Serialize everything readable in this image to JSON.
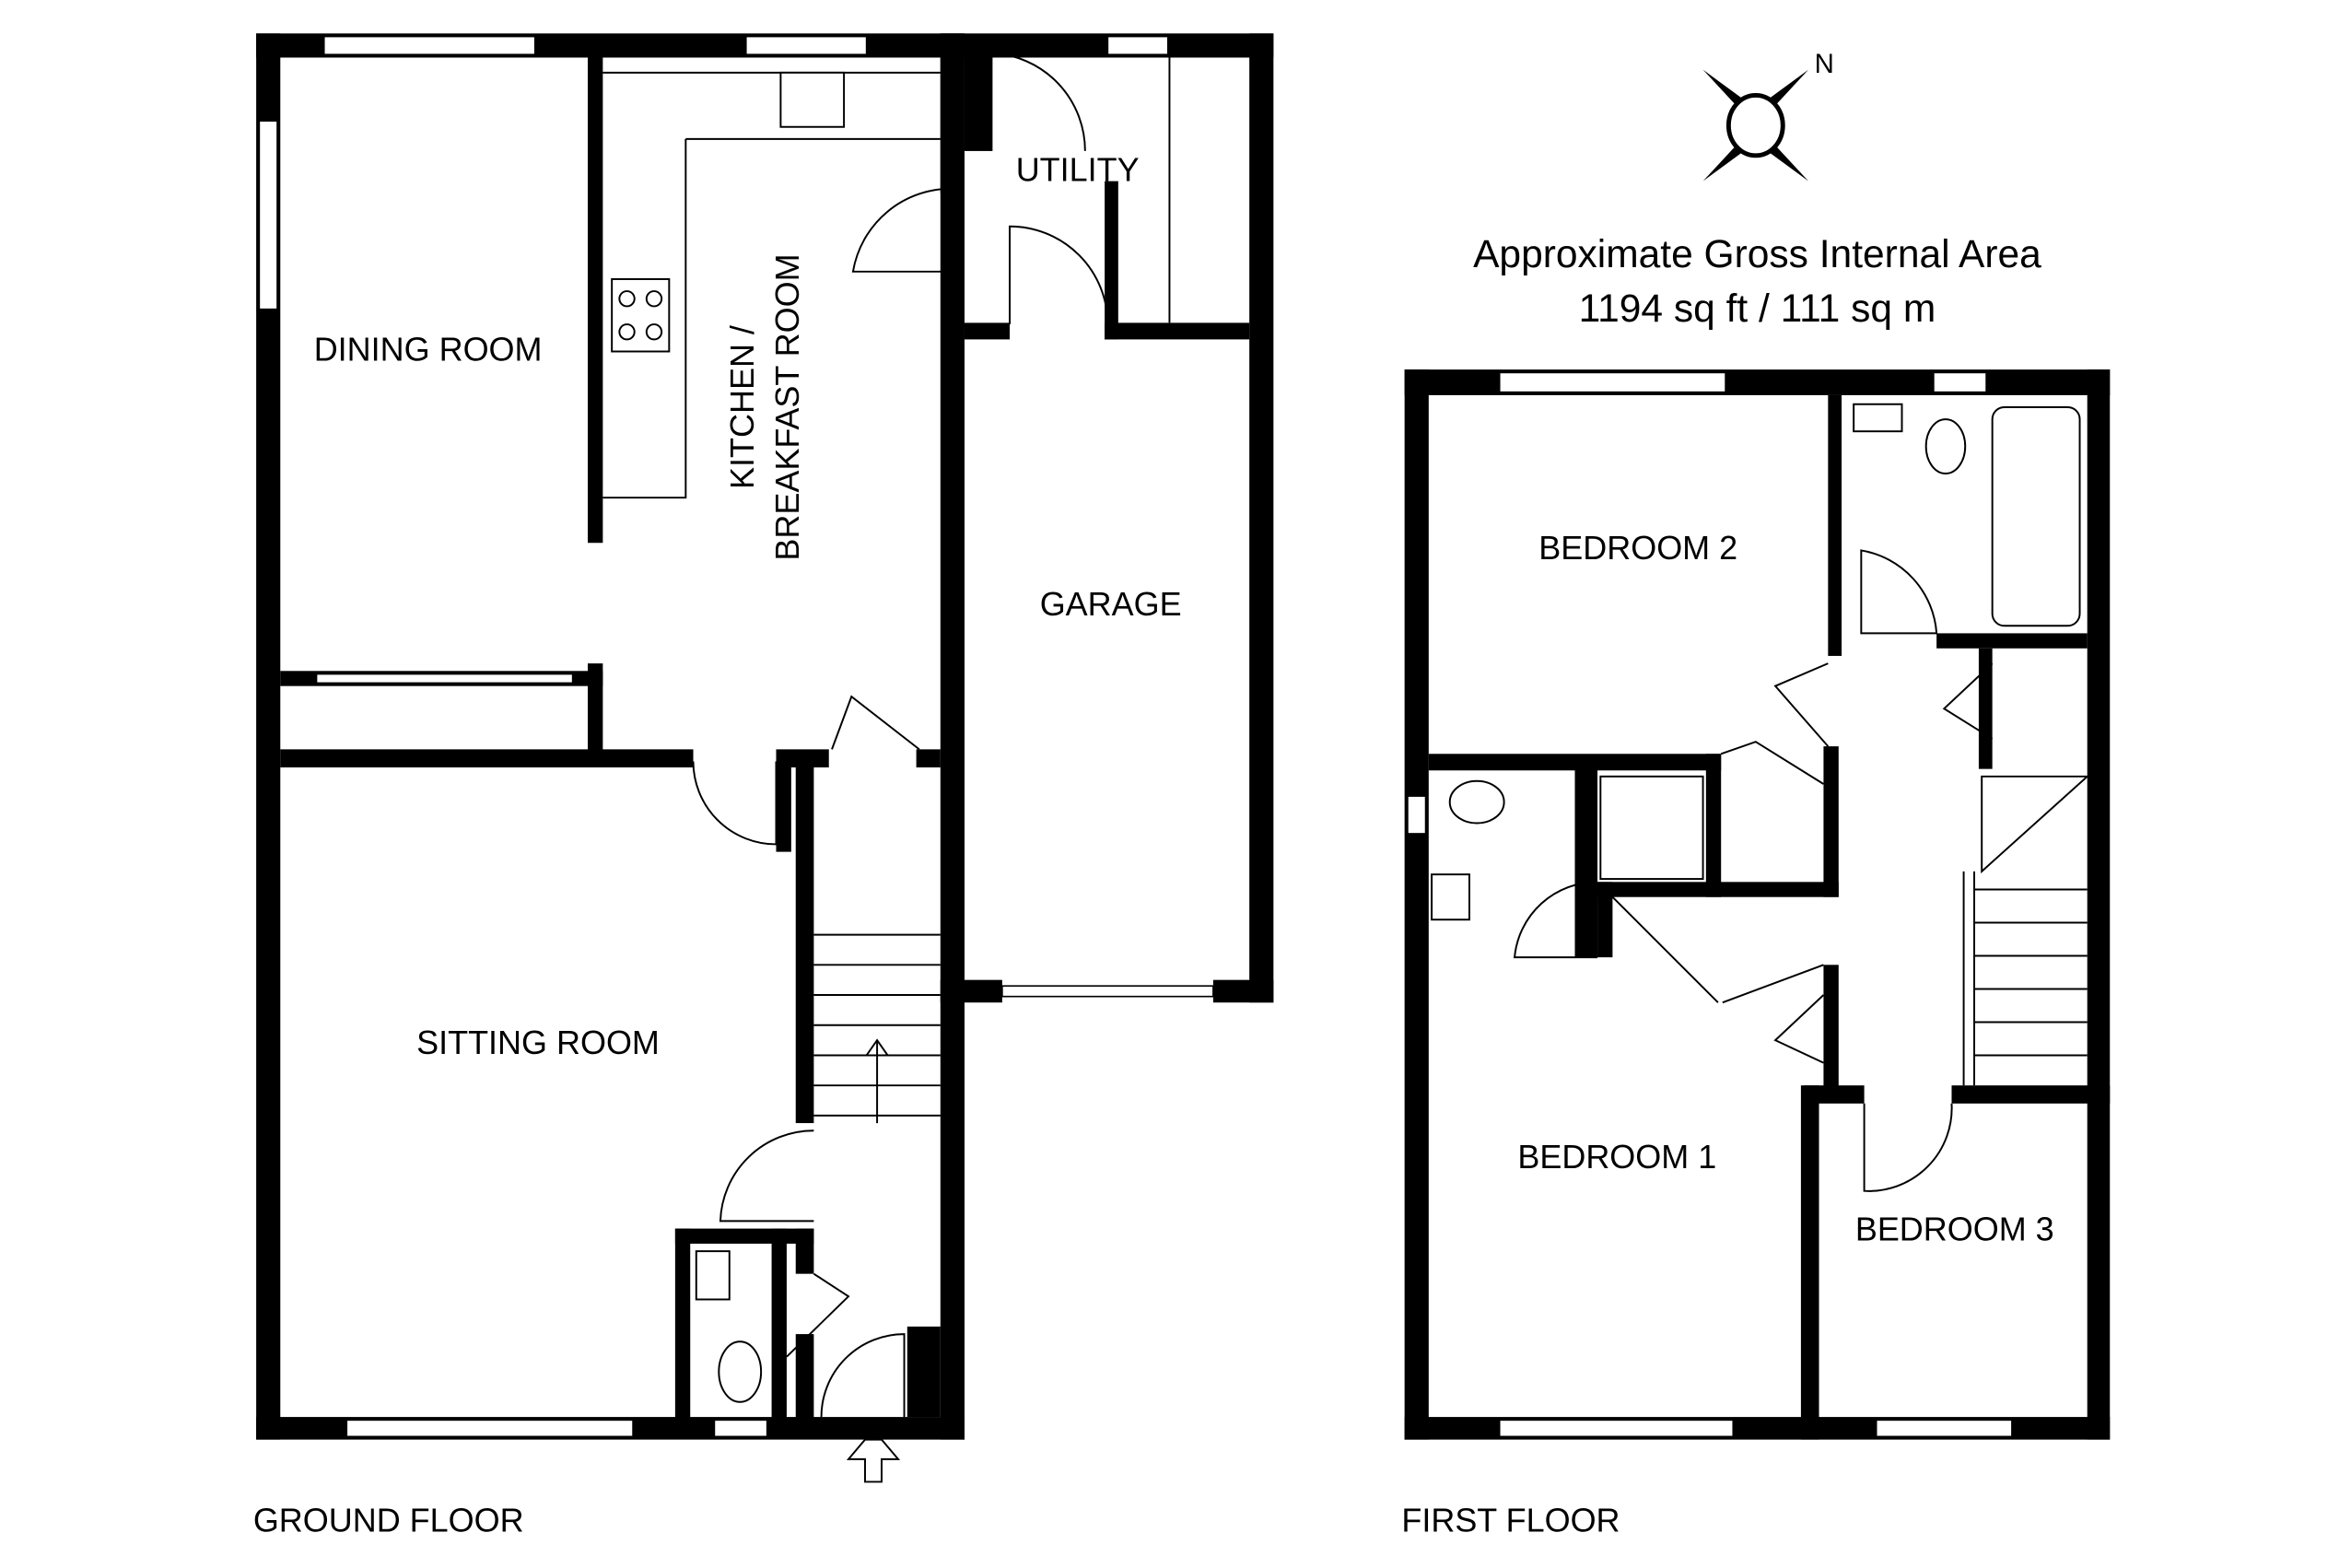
{
  "area": {
    "title": "Approximate Gross Internal Area",
    "value": "1194 sq ft / 111 sq m"
  },
  "compass": {
    "north_label": "N"
  },
  "ground_floor": {
    "label": "GROUND FLOOR",
    "rooms": {
      "dining": "DINING ROOM",
      "kitchen_line1": "KITCHEN /",
      "kitchen_line2": "BREAKFAST ROOM",
      "utility": "UTILITY",
      "garage": "GARAGE",
      "sitting": "SITTING ROOM"
    }
  },
  "first_floor": {
    "label": "FIRST FLOOR",
    "rooms": {
      "bedroom2": "BEDROOM 2",
      "bedroom1": "BEDROOM 1",
      "bedroom3": "BEDROOM 3"
    }
  }
}
